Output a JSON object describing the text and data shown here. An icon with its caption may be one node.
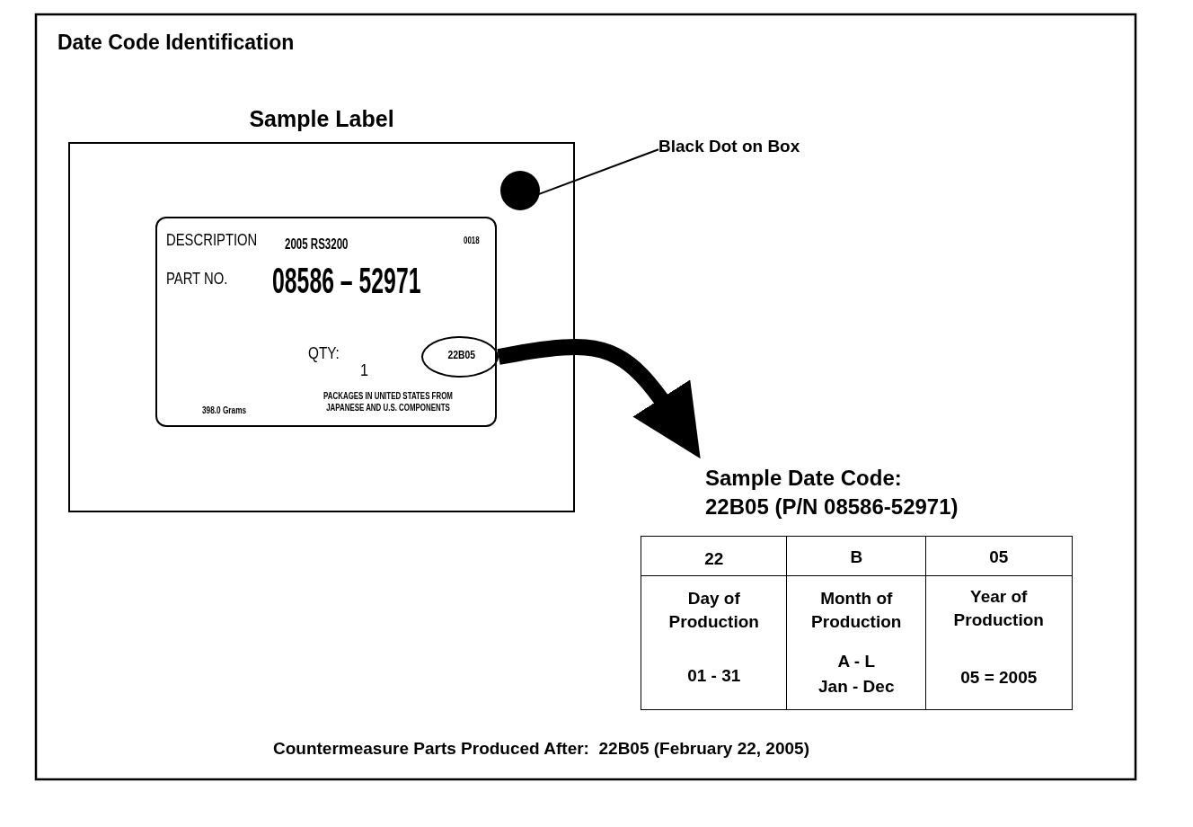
{
  "diagram": {
    "title": "Date Code Identification",
    "caption": "Countermeasure Parts Produced After:  22B05 (February 22, 2005)",
    "nodes": [
      {
        "text": [
          "Sample Label"
        ]
      },
      {
        "text": [
          "DESCRIPTION",
          "2005 RS3200",
          "0018",
          "PART NO.",
          "08586 – 52971",
          "QTY:",
          "1",
          "398.0 Grams",
          "PACKAGES IN UNITED STATES FROM JAPANESE AND U.S. COMPONENTS"
        ],
        "in": 0
      },
      {
        "text": [],
        "shape": "circle",
        "in": 0
      },
      {
        "text": [
          "Black Dot on Box"
        ]
      },
      {
        "text": [
          "22B05"
        ],
        "in": 1
      },
      {
        "text": [
          "Sample Date Code:",
          "22B05 (P/N 08586-52971)"
        ]
      }
    ],
    "edges": [
      {
        "from": 3,
        "to": 2,
        "arrow": "none"
      },
      {
        "from": 4,
        "to": 5,
        "arrow": "to",
        "style": "thick"
      }
    ],
    "labels": [
      "22",
      "B",
      "05",
      "Day of Production",
      "Month of Production",
      "Year of Production",
      "01 - 31",
      "A - L",
      "Jan - Dec",
      "05 = 2005"
    ]
  }
}
